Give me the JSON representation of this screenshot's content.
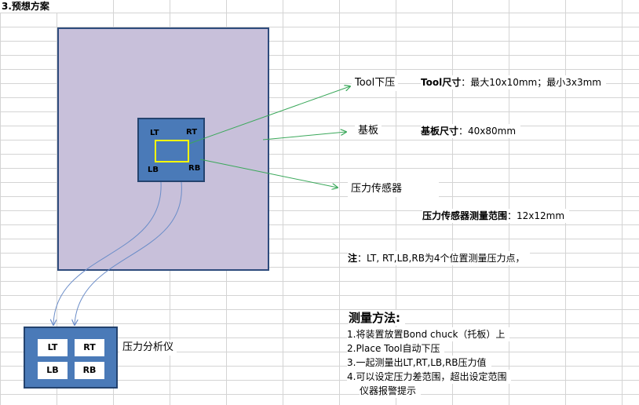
{
  "title": "3.预想方案",
  "chip": {
    "corners": {
      "lt": "LT",
      "rt": "RT",
      "lb": "LB",
      "rb": "RB"
    }
  },
  "labels": {
    "tool": "Tool下压",
    "substrate": "基板",
    "sensor": "压力传感器",
    "analyzer": "压力分析仪"
  },
  "specs": {
    "tool_key": "Tool尺寸",
    "tool_val": "：最大10x10mm；最小3x3mm",
    "substrate_key": "基板尺寸",
    "substrate_val": "：40x80mm",
    "sensor_key": "压力传感器测量范围",
    "sensor_val": "：12x12mm"
  },
  "note": {
    "key": "注",
    "val": "：LT, RT,LB,RB为4个位置测量压力点，"
  },
  "analyzer": {
    "cells": {
      "lt": "LT",
      "rt": "RT",
      "lb": "LB",
      "rb": "RB"
    }
  },
  "method": {
    "title": "测量方法:",
    "steps": [
      "1.将装置放置Bond chuck（托板）上",
      "2.Place Tool自动下压",
      "3.一起测量出LT,RT,LB,RB压力值",
      "4.可以设定压力差范围，超出设定范围",
      "仪器报警提示"
    ]
  },
  "colors": {
    "substrate_fill": "#c8c0da",
    "chip_fill": "#4a7ab8",
    "tool_outline": "#ffff00",
    "arrow_green": "#3aa85a",
    "arrow_blue": "#6a8cc8"
  }
}
